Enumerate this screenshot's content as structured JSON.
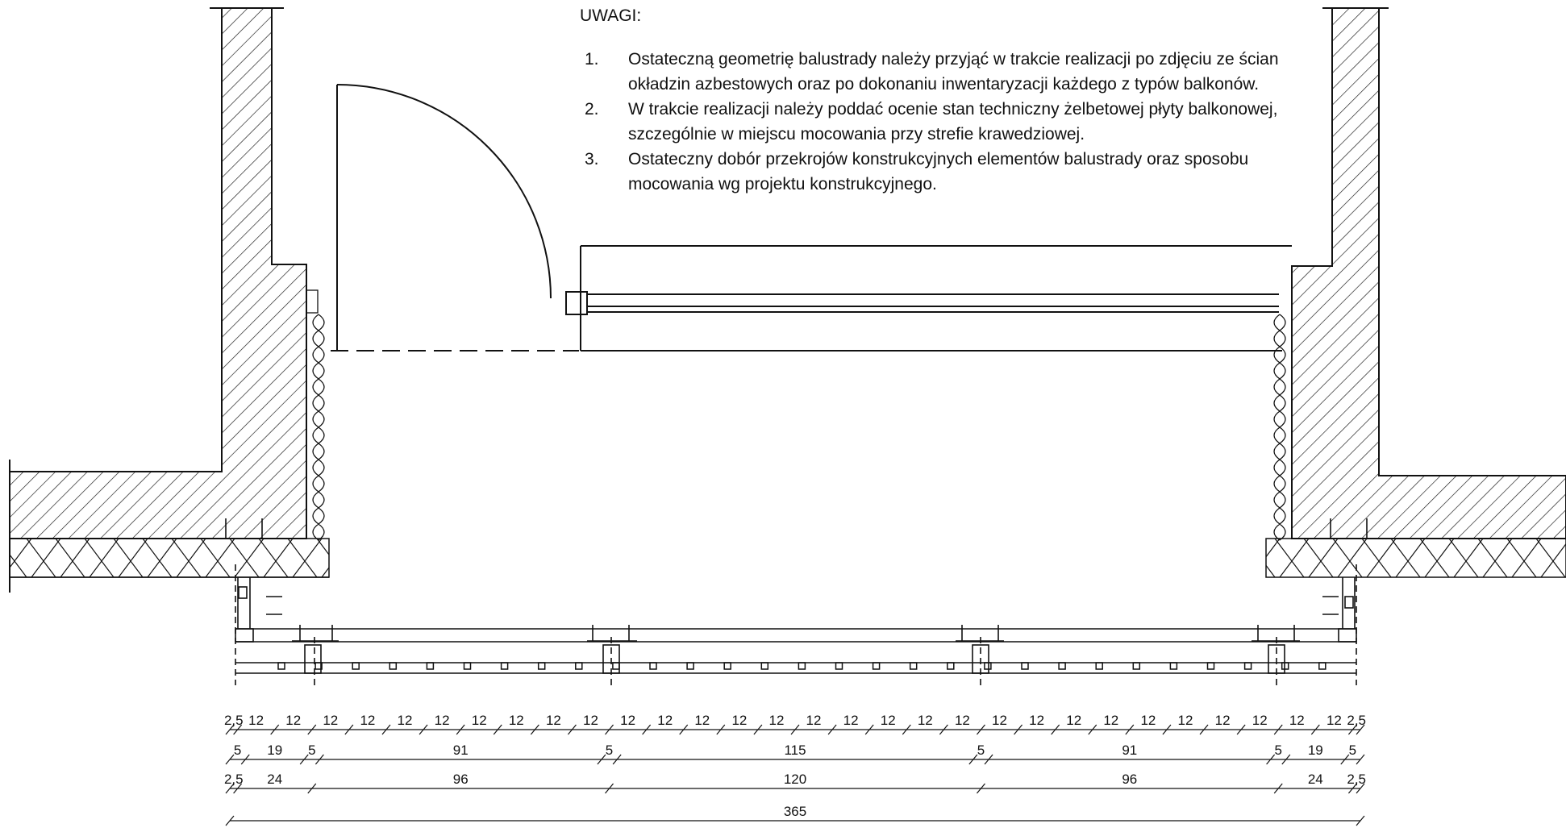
{
  "notes": {
    "title": "UWAGI:",
    "items": [
      {
        "number": "1.",
        "text": "Ostateczną geometrię balustrady należy przyjąć w trakcie realizacji po zdjęciu ze ścian okładzin azbestowych oraz po dokonaniu inwentaryzacji każdego z typów balkonów."
      },
      {
        "number": "2.",
        "text": "W trakcie realizacji należy poddać ocenie stan techniczny żelbetowej płyty balkonowej, szczególnie w miejscu mocowania przy strefie krawedziowej."
      },
      {
        "number": "3.",
        "text": "Ostateczny dobór przekrojów konstrukcyjnych elementów balustrady oraz sposobu mocowania wg projektu konstrukcyjnego."
      }
    ]
  },
  "dimensions": {
    "row1": [
      "2,5",
      "12",
      "12",
      "12",
      "12",
      "12",
      "12",
      "12",
      "12",
      "12",
      "12",
      "12",
      "12",
      "12",
      "12",
      "12",
      "12",
      "12",
      "12",
      "12",
      "12",
      "12",
      "12",
      "12",
      "12",
      "12",
      "12",
      "12",
      "12",
      "12",
      "12",
      "2,5"
    ],
    "row2": [
      "5",
      "19",
      "5",
      "91",
      "5",
      "115",
      "5",
      "91",
      "5",
      "19",
      "5"
    ],
    "row3": [
      "2,5",
      "24",
      "96",
      "120",
      "96",
      "24",
      "2,5"
    ],
    "row4": [
      "365"
    ]
  },
  "colors": {
    "line": "#111111",
    "paper": "#ffffff"
  }
}
